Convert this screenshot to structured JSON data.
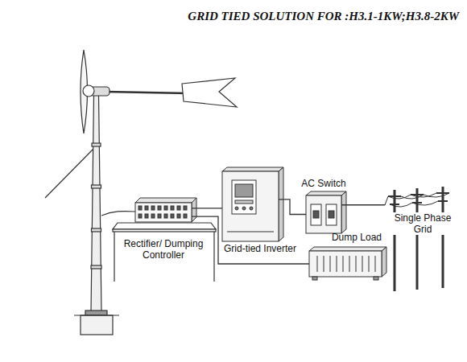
{
  "diagram": {
    "title": "GRID TIED SOLUTION FOR :H3.1-1KW;H3.8-2KW",
    "nodes": [
      {
        "text": [
          "Rectifier/ Dumping Controller"
        ]
      },
      {
        "text": [
          "Grid-tied Inverter"
        ]
      },
      {
        "text": [
          "AC Switch"
        ]
      },
      {
        "text": [
          "Single Phase Grid"
        ]
      },
      {
        "text": [
          "Dump Load"
        ]
      }
    ],
    "edges": [
      {
        "from": 0,
        "to": 1,
        "arrow": "none"
      },
      {
        "from": 0,
        "to": 4,
        "arrow": "none"
      },
      {
        "from": 1,
        "to": 2,
        "arrow": "none"
      },
      {
        "from": 2,
        "to": 3,
        "arrow": "none"
      }
    ]
  }
}
